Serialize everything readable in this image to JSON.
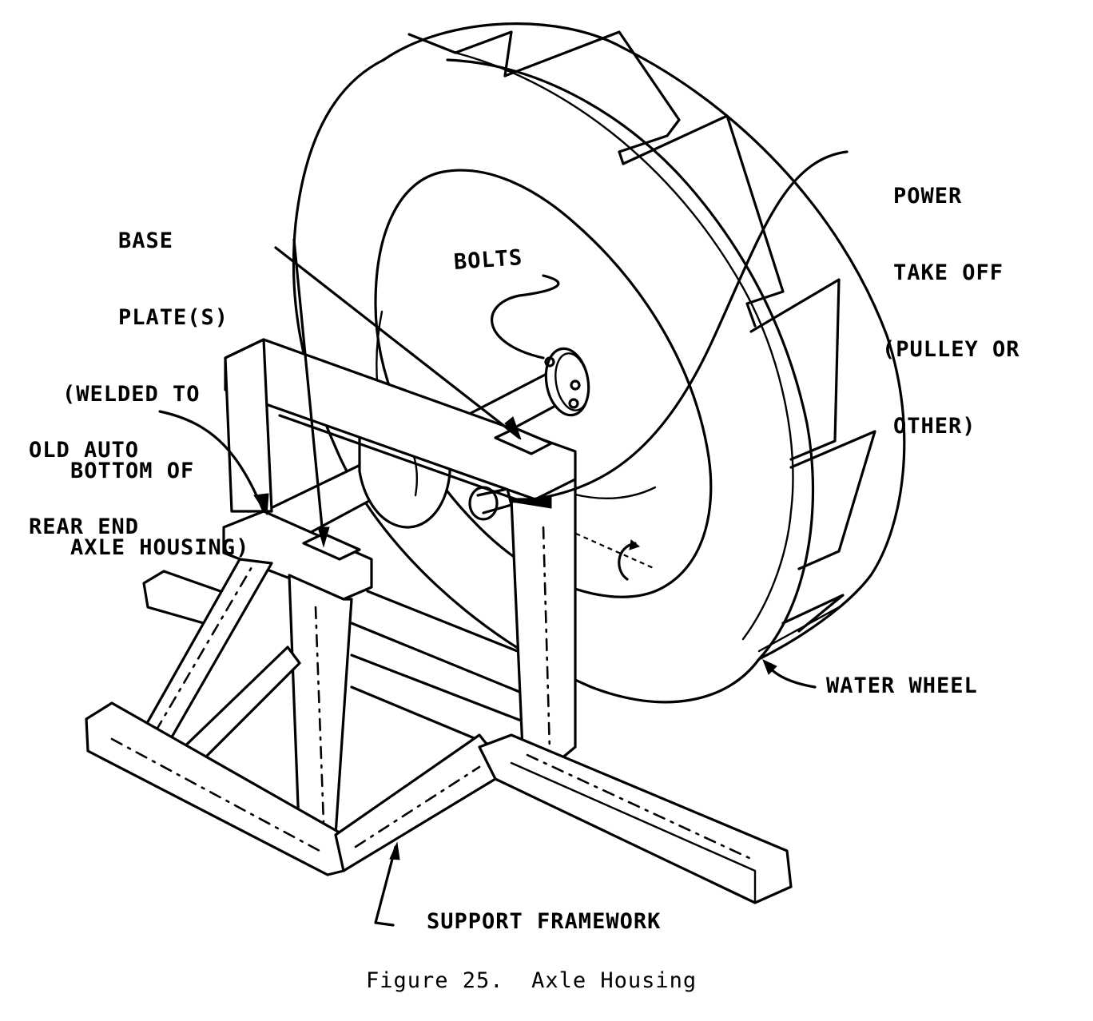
{
  "figure": {
    "caption": "Figure 25.  Axle Housing",
    "labels": {
      "base_plate": [
        "BASE",
        "PLATE(S)",
        "(WELDED TO",
        "BOTTOM OF",
        "AXLE HOUSING)"
      ],
      "power_take_off": [
        "POWER",
        "TAKE OFF",
        "(PULLEY OR",
        "OTHER)"
      ],
      "bolts": "BOLTS",
      "old_auto_rear_end": [
        "OLD AUTO",
        "REAR END"
      ],
      "water_wheel": "WATER WHEEL",
      "support_framework": "SUPPORT FRAMEWORK"
    },
    "components": [
      "water-wheel",
      "axle-housing",
      "hub-flange",
      "support-framework",
      "base-plates",
      "pulley"
    ],
    "line_color": "#000000",
    "background_color": "#ffffff"
  }
}
